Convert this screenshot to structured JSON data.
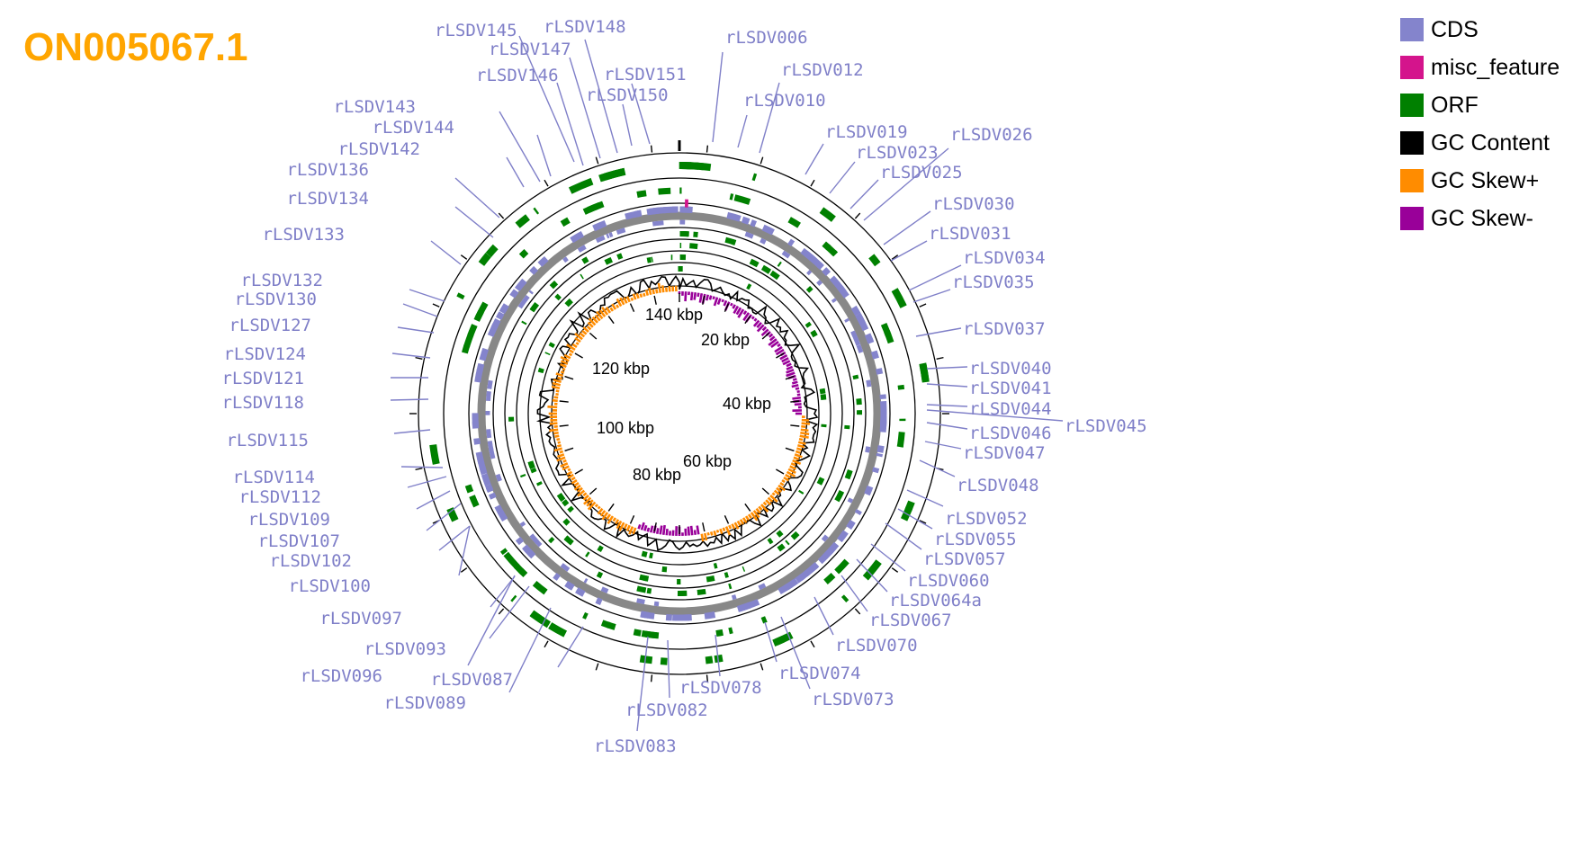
{
  "title": "ON005067.1",
  "colors": {
    "cds": "#8484CC",
    "misc_feature": "#D4148C",
    "orf": "#008000",
    "gc_content": "#000000",
    "gc_skew_plus": "#FF8C00",
    "gc_skew_minus": "#990099",
    "backbone": "#888888",
    "label": "#7F7FC8"
  },
  "legend": [
    {
      "label": "CDS",
      "color": "#8484CC"
    },
    {
      "label": "misc_feature",
      "color": "#D4148C"
    },
    {
      "label": "ORF",
      "color": "#008000"
    },
    {
      "label": "GC Content",
      "color": "#000000"
    },
    {
      "label": "GC Skew+",
      "color": "#FF8C00"
    },
    {
      "label": "GC Skew-",
      "color": "#990099"
    }
  ],
  "kbp_labels": [
    "20 kbp",
    "40 kbp",
    "60 kbp",
    "80 kbp",
    "100 kbp",
    "120 kbp",
    "140 kbp"
  ],
  "gene_labels": [
    "rLSDV006",
    "rLSDV010",
    "rLSDV012",
    "rLSDV019",
    "rLSDV023",
    "rLSDV025",
    "rLSDV026",
    "rLSDV030",
    "rLSDV031",
    "rLSDV034",
    "rLSDV035",
    "rLSDV037",
    "rLSDV040",
    "rLSDV041",
    "rLSDV044",
    "rLSDV045",
    "rLSDV046",
    "rLSDV047",
    "rLSDV048",
    "rLSDV052",
    "rLSDV055",
    "rLSDV057",
    "rLSDV060",
    "rLSDV064a",
    "rLSDV067",
    "rLSDV070",
    "rLSDV073",
    "rLSDV074",
    "rLSDV078",
    "rLSDV082",
    "rLSDV083",
    "rLSDV087",
    "rLSDV089",
    "rLSDV093",
    "rLSDV096",
    "rLSDV097",
    "rLSDV100",
    "rLSDV102",
    "rLSDV107",
    "rLSDV109",
    "rLSDV112",
    "rLSDV114",
    "rLSDV115",
    "rLSDV118",
    "rLSDV121",
    "rLSDV124",
    "rLSDV127",
    "rLSDV130",
    "rLSDV132",
    "rLSDV133",
    "rLSDV134",
    "rLSDV136",
    "rLSDV142",
    "rLSDV144",
    "rLSDV143",
    "rLSDV146",
    "rLSDV147",
    "rLSDV145",
    "rLSDV148",
    "rLSDV150",
    "rLSDV151"
  ]
}
